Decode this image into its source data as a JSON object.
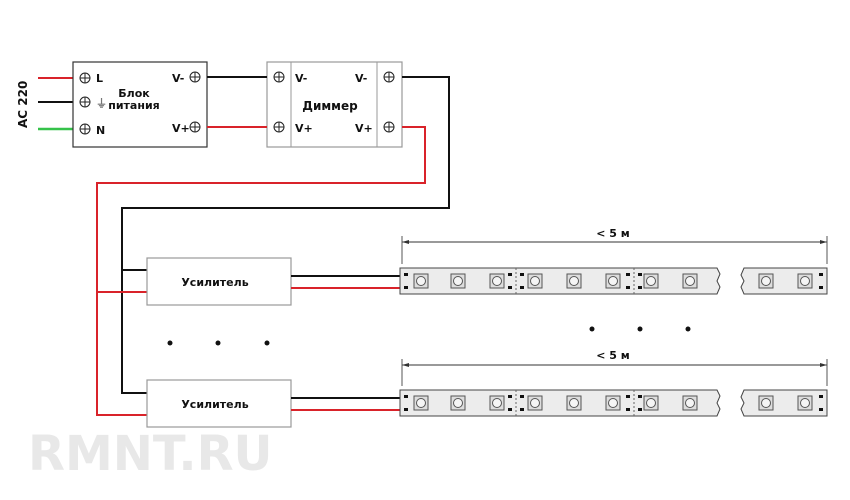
{
  "input": {
    "label": "AC 220",
    "terminal_l": "L",
    "terminal_n": "N"
  },
  "power_supply": {
    "title_line1": "Блок",
    "title_line2": "питания",
    "out_minus": "V-",
    "out_plus": "V+"
  },
  "dimmer": {
    "title": "Диммер",
    "in_minus": "V-",
    "in_plus": "V+",
    "out_minus": "V-",
    "out_plus": "V+"
  },
  "amplifiers": [
    {
      "label": "Усилитель"
    },
    {
      "label": "Усилитель"
    }
  ],
  "strips": [
    {
      "length_label": "< 5 м"
    },
    {
      "length_label": "< 5 м"
    }
  ],
  "watermark": "RMNT.RU",
  "colors": {
    "positive": "#d9232a",
    "negative": "#111111",
    "neutral": "#35c24a"
  }
}
